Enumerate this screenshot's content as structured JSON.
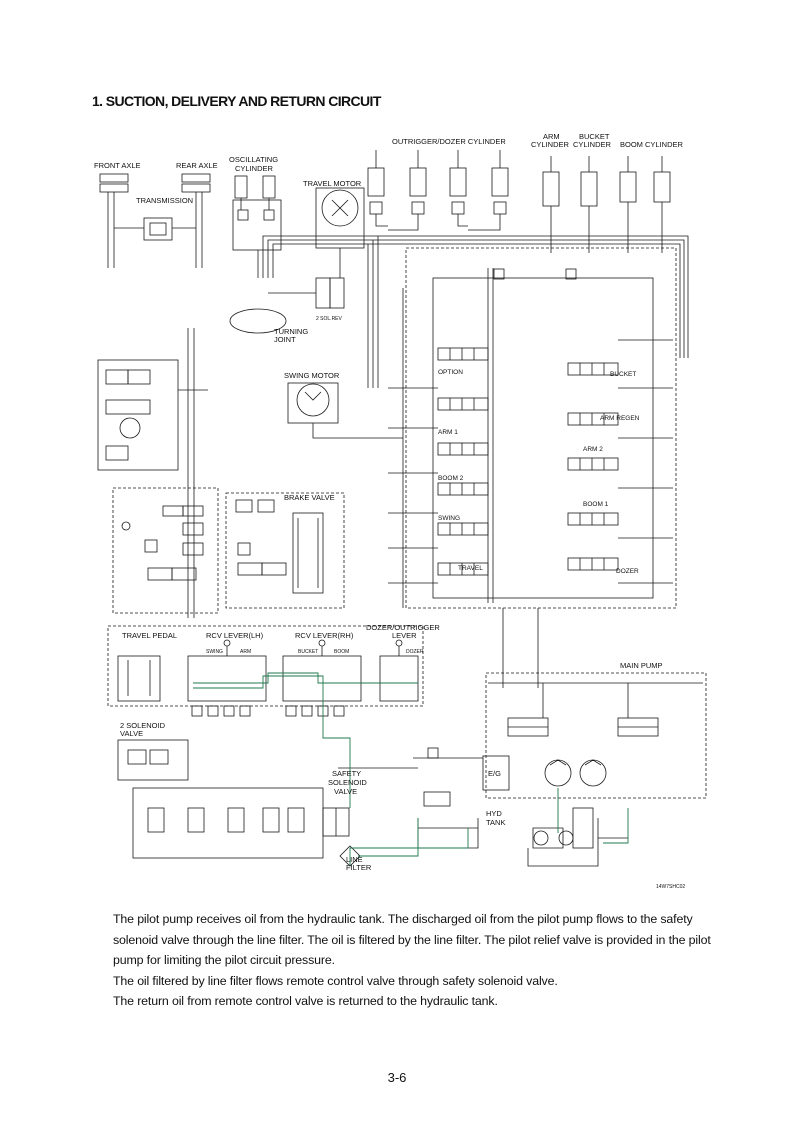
{
  "section_title": "1. SUCTION, DELIVERY AND RETURN CIRCUIT",
  "diagram": {
    "labels": {
      "front_axle": "FRONT AXLE",
      "rear_axle": "REAR AXLE",
      "oscillating_cylinder": [
        "OSCILLATING",
        "CYLINDER"
      ],
      "transmission": "TRANSMISSION",
      "travel_motor": "TRAVEL MOTOR",
      "outrigger_dozer_cylinder": "OUTRIGGER/DOZER CYLINDER",
      "arm_cylinder": [
        "ARM",
        "CYLINDER"
      ],
      "bucket_cylinder": [
        "BUCKET",
        "CYLINDER"
      ],
      "boom_cylinder": "BOOM CYLINDER",
      "turning_joint": [
        "TURNING",
        "JOINT"
      ],
      "two_sol": "2 SOL.REV",
      "swing_motor": "SWING MOTOR",
      "brake_valve": "BRAKE VALVE",
      "travel_pedal": "TRAVEL PEDAL",
      "rcv_lever_lh": "RCV LEVER(LH)",
      "rcv_lever_rh": "RCV LEVER(RH)",
      "dozer_outrigger_lever": [
        "DOZER/OUTRIGGER",
        "LEVER"
      ],
      "swing": "SWING",
      "arm": "ARM",
      "bucket": "BUCKET",
      "boom": "BOOM",
      "dozer": "DOZER",
      "two_solenoid_valve": [
        "2 SOLENOID",
        "VALVE"
      ],
      "safety_solenoid_valve": [
        "SAFETY",
        "SOLENOID",
        "VALVE"
      ],
      "line_filter": [
        "LINE",
        "FILTER"
      ],
      "hyd_tank": [
        "HYD",
        "TANK"
      ],
      "eg": "E/G",
      "main_pump": "MAIN PUMP",
      "option": "OPTION",
      "arm_1": "ARM 1",
      "arm_2": "ARM 2",
      "boom_1": "BOOM 1",
      "boom_2": "BOOM 2",
      "swing_spool": "SWING",
      "travel_spool": "TRAVEL",
      "dozer_spool": "DOZER",
      "bucket_spool": "BUCKET",
      "arm_regen": "ARM REGEN",
      "figure_code": "14W7SHC02"
    },
    "colors": {
      "line": "#1a1a1a",
      "pilot_line": "#1f7a4d"
    }
  },
  "body": {
    "paragraphs": [
      "The pilot pump receives oil from the hydraulic tank.  The discharged oil from the pilot pump flows to the safety solenoid valve through the line filter.  The oil is filtered by the line filter.  The pilot relief valve is provided in the pilot pump for limiting the pilot circuit pressure.",
      "The oil filtered by line filter flows remote control valve through safety solenoid valve.",
      "The return oil from remote control valve is returned to the hydraulic tank."
    ]
  },
  "page_number": "3-6"
}
